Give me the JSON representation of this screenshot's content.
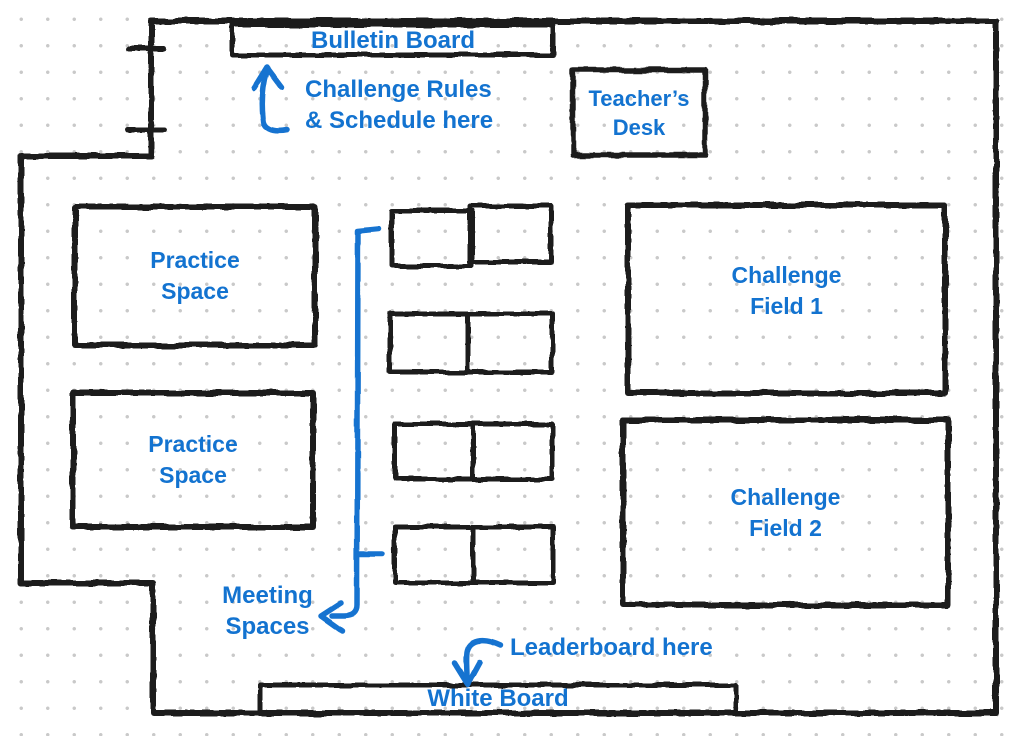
{
  "palette": {
    "ink": "#1e1e1e",
    "marker_blue": "#1373d0",
    "grid_dot": "#c9c9c9"
  },
  "rooms": {
    "bulletin_board": {
      "label": "Bulletin Board"
    },
    "teachers_desk": {
      "label": "Teacher’s Desk"
    },
    "practice_space_1": {
      "label": "Practice Space"
    },
    "practice_space_2": {
      "label": "Practice Space"
    },
    "challenge_field_1": {
      "label": "Challenge Field 1"
    },
    "challenge_field_2": {
      "label": "Challenge Field 2"
    },
    "white_board": {
      "label": "White Board"
    }
  },
  "annotations": {
    "rules_schedule": {
      "line1": "Challenge Rules",
      "line2": "& Schedule here"
    },
    "meeting_spaces": {
      "label": "Meeting Spaces"
    },
    "leaderboard": {
      "label": "Leaderboard here"
    }
  }
}
